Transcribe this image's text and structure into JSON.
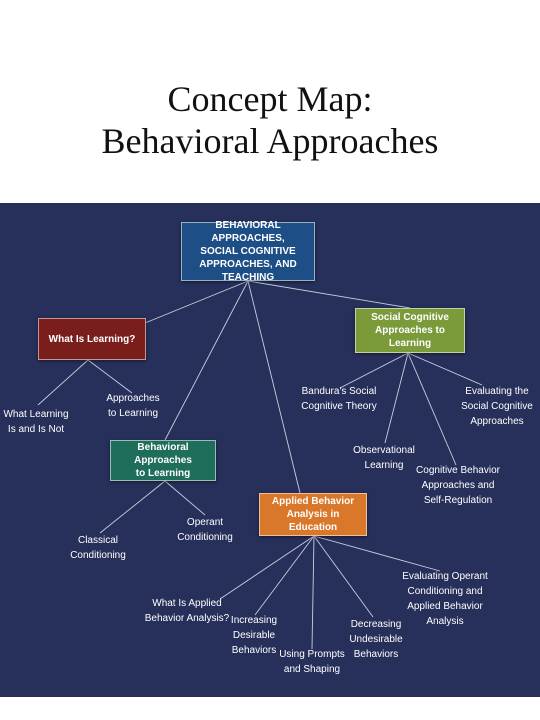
{
  "slide": {
    "title_line1": "Concept Map:",
    "title_line2": "Behavioral Approaches"
  },
  "colors": {
    "panel_bg": "#27305a",
    "root_box": "#1d4e86",
    "learning_box": "#7a1e1c",
    "social_box": "#7b9a3a",
    "behavioral_box": "#1f6e5c",
    "applied_box": "#d9772a",
    "connector": "#c9cde0"
  },
  "map": {
    "root": {
      "line1": "BEHAVIORAL APPROACHES,",
      "line2": "SOCIAL COGNITIVE",
      "line3": "APPROACHES, AND TEACHING"
    },
    "learning": {
      "line1": "What Is Learning?"
    },
    "learning_children": [
      {
        "line1": "What Learning",
        "line2": "Is and Is Not"
      },
      {
        "line1": "Approaches",
        "line2": "to Learning"
      }
    ],
    "behavioral": {
      "line1": "Behavioral Approaches",
      "line2": "to Learning"
    },
    "behavioral_children": [
      {
        "line1": "Classical",
        "line2": "Conditioning"
      },
      {
        "line1": "Operant",
        "line2": "Conditioning"
      }
    ],
    "social": {
      "line1": "Social Cognitive",
      "line2": "Approaches to Learning"
    },
    "social_children": [
      {
        "line1": "Bandura's Social",
        "line2": "Cognitive Theory"
      },
      {
        "line1": "Observational",
        "line2": "Learning"
      },
      {
        "line1": "Cognitive Behavior",
        "line2": "Approaches and",
        "line3": "Self-Regulation"
      },
      {
        "line1": "Evaluating the",
        "line2": "Social Cognitive",
        "line3": "Approaches"
      }
    ],
    "applied": {
      "line1": "Applied Behavior",
      "line2": "Analysis in Education"
    },
    "applied_children": [
      {
        "line1": "What Is Applied",
        "line2": "Behavior Analysis?"
      },
      {
        "line1": "Increasing",
        "line2": "Desirable",
        "line3": "Behaviors"
      },
      {
        "line1": "Using Prompts",
        "line2": "and Shaping"
      },
      {
        "line1": "Decreasing",
        "line2": "Undesirable",
        "line3": "Behaviors"
      },
      {
        "line1": "Evaluating Operant",
        "line2": "Conditioning and",
        "line3": "Applied Behavior",
        "line4": "Analysis"
      }
    ]
  }
}
